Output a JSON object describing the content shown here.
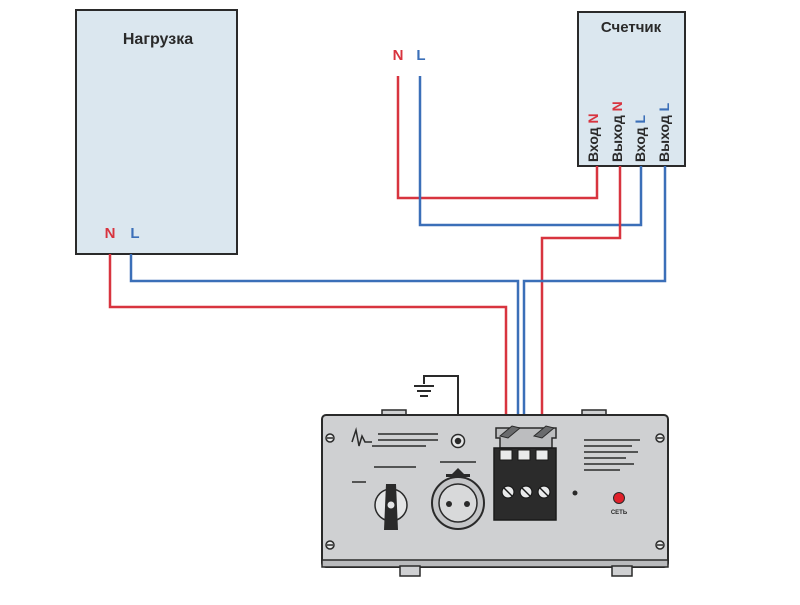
{
  "load": {
    "title": "Нагрузка",
    "n": "N",
    "l": "L"
  },
  "meter": {
    "title": "Счетчик",
    "terminals": [
      {
        "word": "Вход",
        "letter": "N",
        "kind": "n"
      },
      {
        "word": "Выход",
        "letter": "N",
        "kind": "n"
      },
      {
        "word": "Вход",
        "letter": "L",
        "kind": "l"
      },
      {
        "word": "Выход",
        "letter": "L",
        "kind": "l"
      }
    ]
  },
  "supply": {
    "n": "N",
    "l": "L"
  },
  "stabilizer": {
    "power_label": "СЕТЬ"
  },
  "colors": {
    "neutral": "#d8343f",
    "line": "#3b6fb8",
    "panel_fill": "#dbe7ef",
    "stroke": "#2a2a2a",
    "device_fill": "#cfd0d2",
    "indicator": "#e0202a"
  }
}
